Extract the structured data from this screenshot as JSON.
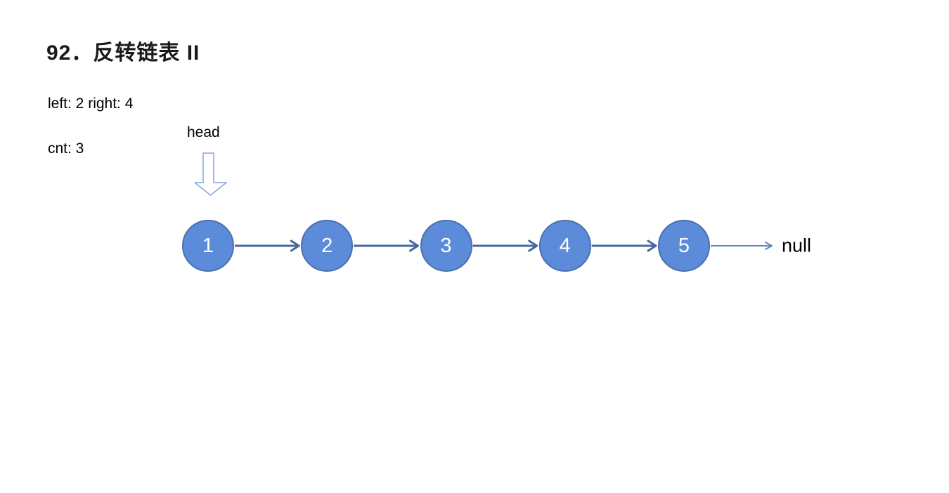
{
  "title": "92．反转链表 II",
  "params_text": "left: 2 right: 4",
  "cnt_text": "cnt: 3",
  "diagram": {
    "pointer_label": "head",
    "null_label": "null",
    "nodes": [
      "1",
      "2",
      "3",
      "4",
      "5"
    ],
    "colors": {
      "node_fill": "#5c8cd9",
      "node_border": "#4a6fae",
      "arrow": "#44699d",
      "null_arrow": "#5b87c7",
      "pointer_outline": "#7ea6e0",
      "pointer_fill": "#ffffff"
    }
  }
}
